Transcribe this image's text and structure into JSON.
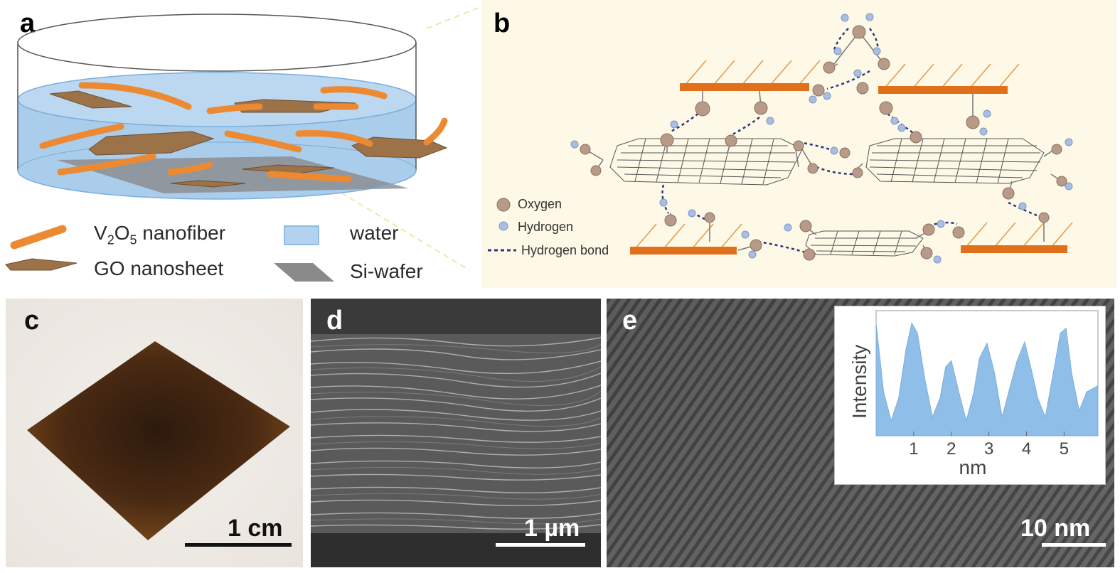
{
  "panels": {
    "a": {
      "label": "a",
      "legend": {
        "v2o5_pre": "V",
        "v2o5_sub1": "2",
        "v2o5_mid": "O",
        "v2o5_sub2": "5",
        "v2o5_post": " nanofiber",
        "go": "GO nanosheet",
        "water": "water",
        "si": "Si-wafer"
      }
    },
    "b": {
      "label": "b",
      "legend": {
        "oxygen": "Oxygen",
        "hydrogen": "Hydrogen",
        "hbond": "Hydrogen bond"
      }
    },
    "c": {
      "label": "c",
      "scale_bar": "1 cm"
    },
    "d": {
      "label": "d",
      "scale_bar": "1 µm"
    },
    "e": {
      "label": "e",
      "scale_bar": "10 nm",
      "inset": {
        "ylabel": "Intensity",
        "xlabel": "nm",
        "xticks": [
          "1",
          "2",
          "3",
          "4",
          "5"
        ]
      }
    }
  },
  "chart_data": {
    "type": "area",
    "title": "",
    "xlabel": "nm",
    "ylabel": "Intensity",
    "xlim": [
      0,
      5.9
    ],
    "ylim": [
      0,
      1
    ],
    "x": [
      0,
      0.2,
      0.4,
      0.6,
      0.8,
      0.95,
      1.1,
      1.3,
      1.5,
      1.7,
      1.85,
      2.0,
      2.2,
      2.4,
      2.6,
      2.75,
      2.95,
      3.15,
      3.35,
      3.5,
      3.75,
      3.95,
      4.15,
      4.3,
      4.5,
      4.7,
      4.9,
      5.05,
      5.2,
      5.4,
      5.6,
      5.9
    ],
    "values": [
      0.9,
      0.35,
      0.12,
      0.3,
      0.7,
      0.9,
      0.82,
      0.45,
      0.15,
      0.3,
      0.55,
      0.6,
      0.35,
      0.12,
      0.35,
      0.62,
      0.74,
      0.5,
      0.15,
      0.32,
      0.6,
      0.75,
      0.5,
      0.3,
      0.15,
      0.48,
      0.82,
      0.86,
      0.5,
      0.2,
      0.35,
      0.4
    ]
  }
}
